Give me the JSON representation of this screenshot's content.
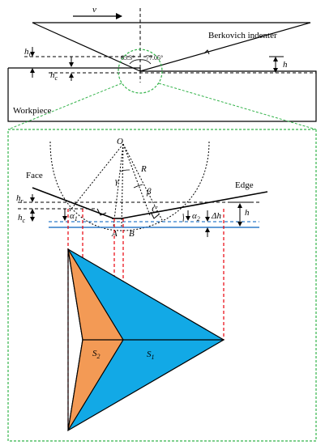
{
  "top": {
    "velocity_label": "v",
    "indenter_label": "Berkovich indenter",
    "workpiece_label": "Workpiece",
    "angle_left": "65.3°",
    "angle_right": "77.05°",
    "hr_label": "h",
    "hr_sub": "r",
    "hc_label": "h",
    "hc_sub": "c",
    "h_label": "h"
  },
  "detail": {
    "O_label": "O",
    "R_label": "R",
    "gamma_label": "γ",
    "beta_label": "β",
    "face_label": "Face",
    "edge_label": "Edge",
    "A_label": "A",
    "B_label": "B",
    "C_label": "C",
    "hr_label": "h",
    "hr_sub": "r",
    "hc_label": "h",
    "hc_sub": "c",
    "alpha1_label": "α",
    "alpha1_sub": "1",
    "alpha2_label": "α",
    "alpha2_sub": "2",
    "dh_label": "Δh",
    "h_label": "h",
    "S2_label": "S",
    "S2_sub": "2",
    "S1_label": "S",
    "S1_sub": "1"
  },
  "colors": {
    "blue_region": "#12A9E6",
    "orange_region": "#F39A55",
    "dashed_red": "#E8000B",
    "zoom_green": "#33B34A",
    "surface_blue": "#2E7CC9"
  }
}
